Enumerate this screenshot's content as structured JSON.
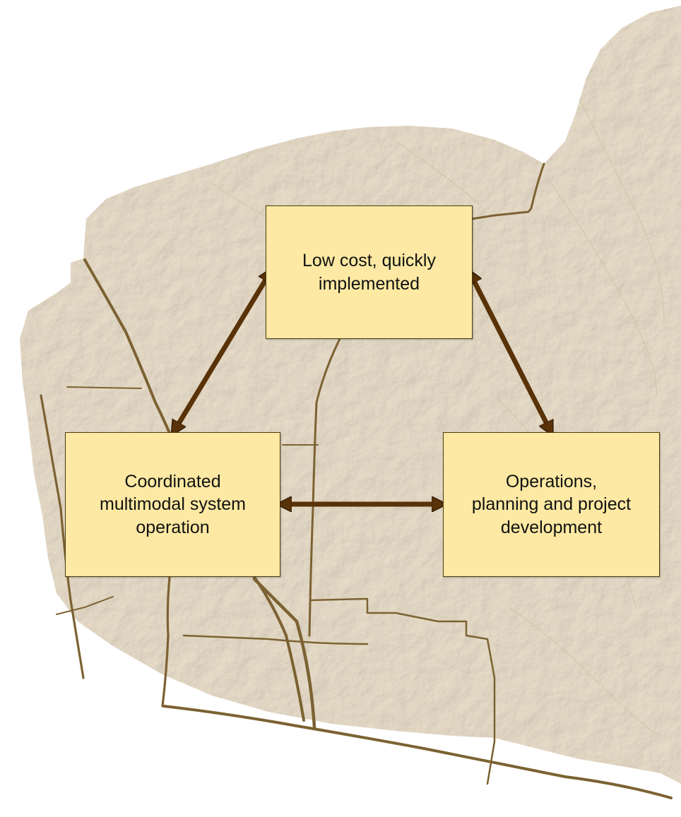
{
  "colors": {
    "land": "#e6dac6",
    "land_shade": "#d4c6ae",
    "road": "#7c6232",
    "box_fill": "#fde9a3",
    "box_border": "#4a3d10",
    "arrow": "#5a3208",
    "title": "#1b2f8a"
  },
  "nodes": {
    "top": {
      "line1": "Low cost, quickly",
      "line2": "implemented"
    },
    "left": {
      "line1": "Coordinated",
      "line2": "multimodal system",
      "line3": "operation"
    },
    "right": {
      "line1": "Operations,",
      "line2": "planning and project",
      "line3": "development"
    }
  },
  "edges": [
    {
      "from": "top",
      "to": "left",
      "direction": "both"
    },
    {
      "from": "top",
      "to": "right",
      "direction": "both"
    },
    {
      "from": "left",
      "to": "right",
      "direction": "both"
    }
  ]
}
